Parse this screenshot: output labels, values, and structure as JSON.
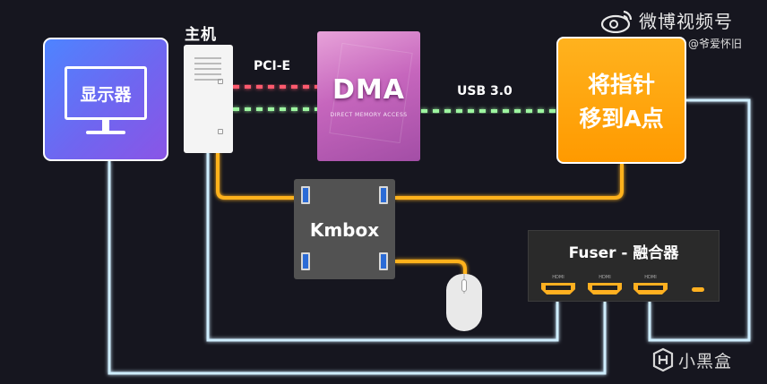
{
  "monitor": {
    "label": "显示器"
  },
  "host": {
    "title": "主机"
  },
  "dma": {
    "label": "DMA",
    "sublabel": "DIRECT MEMORY ACCESS"
  },
  "links": {
    "pcie_label": "PCI-E",
    "usb_label": "USB 3.0"
  },
  "target": {
    "line1": "将指针",
    "line2": "移到A点"
  },
  "kmbox": {
    "label": "Kmbox"
  },
  "fuser": {
    "label": "Fuser - 融合器",
    "ports": [
      "HDMI",
      "HDMI",
      "HDMI"
    ]
  },
  "watermark_top": {
    "title": "微博视频号",
    "handle": "@爷爱怀旧",
    "icon": "weibo-logo-icon"
  },
  "watermark_bottom": {
    "text": "小黑盒",
    "icon": "heybox-logo-icon"
  },
  "colors": {
    "background": "#16161f",
    "cable_video": "#cfeeff",
    "cable_usb": "#ffb21e",
    "link_pcie_red": "#ff5a6e",
    "link_pcie_green": "#9df5a0",
    "monitor_gradient": "#4e84ff",
    "dma_gradient": "#c666bd",
    "target_card": "#ff9a00"
  }
}
